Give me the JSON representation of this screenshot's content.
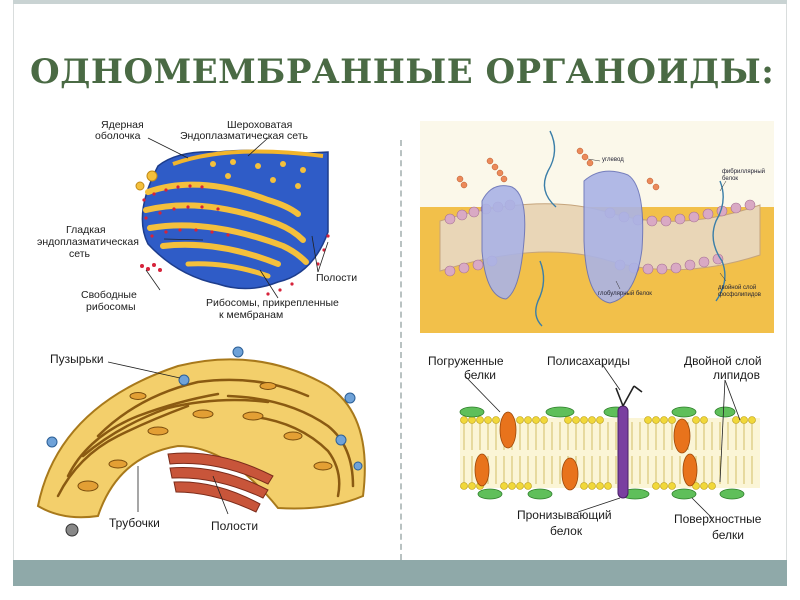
{
  "slide": {
    "title": "ОДНОМЕМБРАННЫЕ ОРГАНОИДЫ:"
  },
  "er_panel": {
    "labels": {
      "nuclear_envelope_1": "Ядерная",
      "nuclear_envelope_2": "оболочка",
      "rough_er_1": "Шероховатая",
      "rough_er_2": "Эндоплазматическая сеть",
      "smooth_er_1": "Гладкая",
      "smooth_er_2": "эндоплазматическая",
      "smooth_er_3": "сеть",
      "cavities": "Полости",
      "free_ribosomes_1": "Свободные",
      "free_ribosomes_2": "рибосомы",
      "attached_ribosomes_1": "Рибосомы, прикрепленные",
      "attached_ribosomes_2": "к мембранам"
    }
  },
  "golgi_panel": {
    "labels": {
      "vesicles": "Пузырьки",
      "tubules": "Трубочки",
      "cavities": "Полости"
    }
  },
  "membrane3d_panel": {
    "labels": {
      "carbohydrate": "углевод",
      "fibrillar_1": "фибриллярный",
      "fibrillar_2": "белок",
      "globular": "глобулярный белок",
      "bilayer_1": "двойной слой",
      "bilayer_2": "фосфолипидов"
    }
  },
  "membrane2d_panel": {
    "labels": {
      "embedded_1": "Погруженные",
      "embedded_2": "белки",
      "polysaccharides": "Полисахариды",
      "lipid_bilayer_1": "Двойной слой",
      "lipid_bilayer_2": "липидов",
      "transmembrane_1": "Пронизывающий",
      "transmembrane_2": "белок",
      "surface_1": "Поверхностные",
      "surface_2": "белки"
    }
  }
}
